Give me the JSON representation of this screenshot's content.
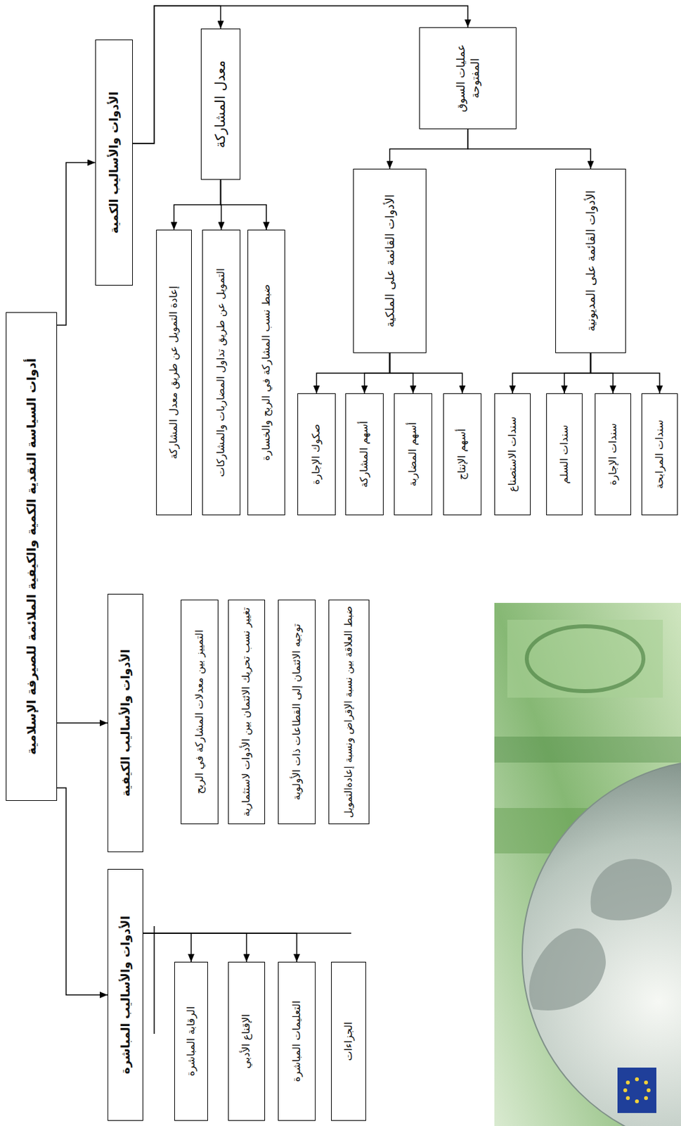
{
  "diagram": {
    "nodes": [
      {
        "text": [
          "أدوات السياسة النقدية الكمية والكيفية الملائمة للصيرفة الإسلامية"
        ]
      },
      {
        "text": [
          "الأدوات والأساليب الكمية"
        ]
      },
      {
        "text": [
          "الأدوات والأساليب الكيفية"
        ]
      },
      {
        "text": [
          "الأدوات والأساليب المباشرة"
        ]
      },
      {
        "text": [
          "معدل المشاركة"
        ]
      },
      {
        "text": [
          "إعادة التمويل عن طريق معدل المشاركة"
        ]
      },
      {
        "text": [
          "التمويل عن طريق تداول المضاربات والمشاركات"
        ]
      },
      {
        "text": [
          "ضبط نسب المشاركة في الربح والخسارة"
        ]
      },
      {
        "text": [
          "عمليات السوق المفتوحة"
        ]
      },
      {
        "text": [
          "الأدوات القائمة على الملكية"
        ]
      },
      {
        "text": [
          "صكوك الإجارة"
        ]
      },
      {
        "text": [
          "أسهم المشاركة"
        ]
      },
      {
        "text": [
          "أسهم المضاربة"
        ]
      },
      {
        "text": [
          "أسهم الإنتاج"
        ]
      },
      {
        "text": [
          "الأدوات القائمة على المديونية"
        ]
      },
      {
        "text": [
          "سندات الاستصناع"
        ]
      },
      {
        "text": [
          "سندات السلم"
        ]
      },
      {
        "text": [
          "سندات الإجارة"
        ]
      },
      {
        "text": [
          "سندات المرابحة"
        ]
      },
      {
        "text": [
          "التمييز بين معدلات المشاركة في الربح"
        ]
      },
      {
        "text": [
          "تغيير نسب تحريك الائتمان بين الأدوات لاستثمارية"
        ]
      },
      {
        "text": [
          "توجيه الائتمان إلى القطاعات ذات الأولوية"
        ]
      },
      {
        "text": [
          "ضبط العلاقة بين نسبة الإقراض ونسبة إعادةالتمويل"
        ]
      },
      {
        "text": [
          "الرقابة المباشرة"
        ]
      },
      {
        "text": [
          "الإقناع الأدبي"
        ]
      },
      {
        "text": [
          "التعليمات المباشرة"
        ]
      },
      {
        "text": [
          "الجزاءات"
        ]
      }
    ],
    "edges": [
      {
        "from": 0,
        "to": 1,
        "arrow": "to"
      },
      {
        "from": 0,
        "to": 2,
        "arrow": "to"
      },
      {
        "from": 0,
        "to": 3,
        "arrow": "to"
      },
      {
        "from": 1,
        "to": 4,
        "arrow": "to"
      },
      {
        "from": 1,
        "to": 8,
        "arrow": "to"
      },
      {
        "from": 4,
        "to": 5,
        "arrow": "to"
      },
      {
        "from": 4,
        "to": 6,
        "arrow": "to"
      },
      {
        "from": 4,
        "to": 7,
        "arrow": "to"
      },
      {
        "from": 8,
        "to": 9,
        "arrow": "to"
      },
      {
        "from": 8,
        "to": 14,
        "arrow": "to"
      },
      {
        "from": 9,
        "to": 10,
        "arrow": "to"
      },
      {
        "from": 9,
        "to": 11,
        "arrow": "to"
      },
      {
        "from": 9,
        "to": 12,
        "arrow": "to"
      },
      {
        "from": 9,
        "to": 13,
        "arrow": "to"
      },
      {
        "from": 14,
        "to": 15,
        "arrow": "to"
      },
      {
        "from": 14,
        "to": 16,
        "arrow": "to"
      },
      {
        "from": 14,
        "to": 17,
        "arrow": "to"
      },
      {
        "from": 14,
        "to": 18,
        "arrow": "to"
      },
      {
        "from": 3,
        "to": 23,
        "arrow": "to"
      },
      {
        "from": 3,
        "to": 24,
        "arrow": "to"
      },
      {
        "from": 3,
        "to": 25,
        "arrow": "to"
      }
    ]
  }
}
